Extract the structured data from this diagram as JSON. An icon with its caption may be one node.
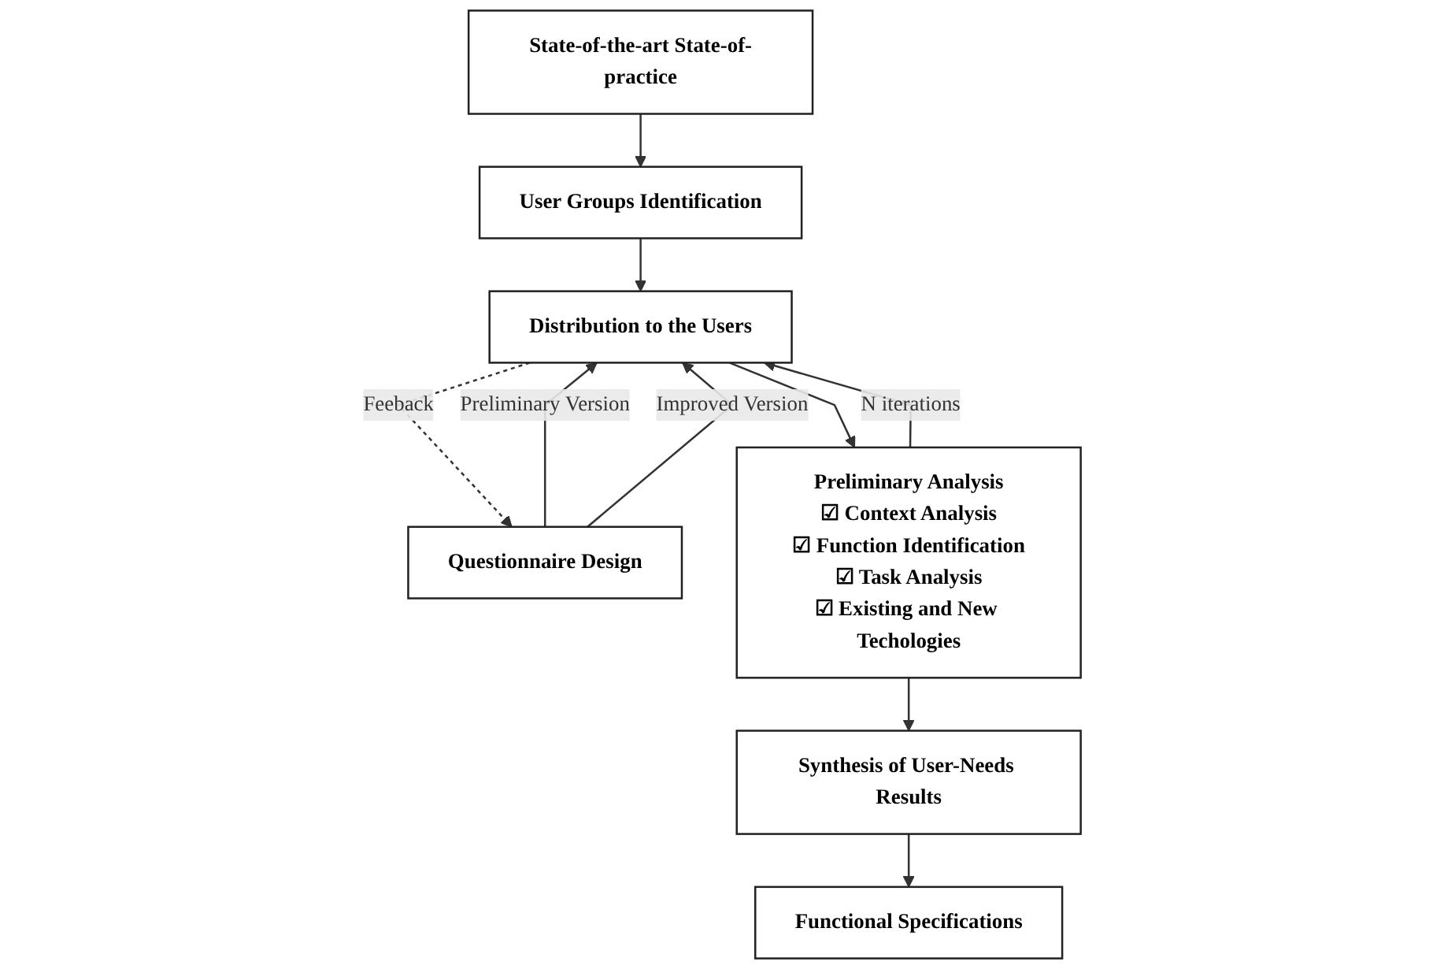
{
  "diagram": {
    "nodes": [
      {
        "text": [
          "State-of-the-art State-of-practice"
        ]
      },
      {
        "text": [
          "User Groups Identification"
        ]
      },
      {
        "text": [
          "Distribution to the Users"
        ]
      },
      {
        "text": [
          "Questionnaire Design"
        ]
      },
      {
        "text": [
          "Preliminary Analysis",
          "☑ Context Analysis",
          "☑ Function Identification",
          "☑ Task Analysis",
          "☑ Existing and New Techologies"
        ]
      },
      {
        "text": [
          "Synthesis of User-Needs Results"
        ]
      },
      {
        "text": [
          "Functional Specifications"
        ]
      }
    ],
    "edges": [
      {
        "from": 0,
        "to": 1,
        "arrow": "to"
      },
      {
        "from": 1,
        "to": 2,
        "arrow": "to"
      },
      {
        "from": 3,
        "to": 2,
        "arrow": "to",
        "label": "Preliminary Version"
      },
      {
        "from": 2,
        "to": 3,
        "arrow": "to",
        "label": "Feeback",
        "style": "dashed"
      },
      {
        "from": 3,
        "to": 2,
        "arrow": "to",
        "label": "Improved Version"
      },
      {
        "from": 2,
        "to": 4,
        "arrow": "to"
      },
      {
        "from": 4,
        "to": 2,
        "arrow": "to",
        "label": "N iterations"
      },
      {
        "from": 4,
        "to": 5,
        "arrow": "to"
      },
      {
        "from": 5,
        "to": 6,
        "arrow": "to"
      }
    ]
  }
}
